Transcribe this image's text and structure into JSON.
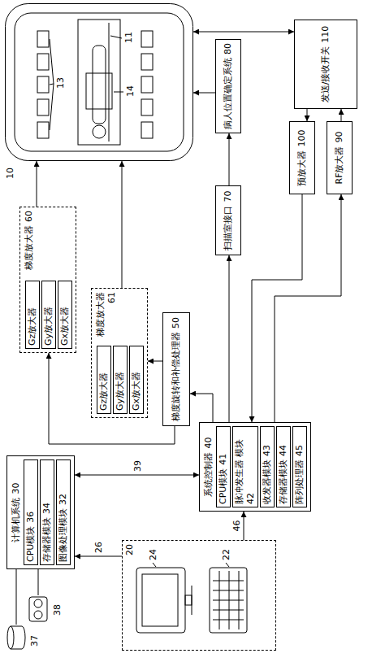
{
  "diagram": {
    "nodes": [
      {
        "text": [
          "10"
        ]
      },
      {
        "text": [
          "梯度放大器",
          "60"
        ]
      },
      {
        "text": [
          "Gz放大器"
        ],
        "in": 1
      },
      {
        "text": [
          "Gy放大器"
        ],
        "in": 1
      },
      {
        "text": [
          "Gx放大器"
        ],
        "in": 1
      },
      {
        "text": [
          "梯度放大器",
          "61"
        ]
      },
      {
        "text": [
          "Gz放大器"
        ],
        "in": 5
      },
      {
        "text": [
          "Gy放大器"
        ],
        "in": 5
      },
      {
        "text": [
          "Gx放大器"
        ],
        "in": 5
      },
      {
        "text": [
          "梯度旋转和补偿处理器",
          "50"
        ]
      },
      {
        "text": [
          "病人位置确定系统",
          "80"
        ]
      },
      {
        "text": [
          "扫描室接口",
          "70"
        ]
      },
      {
        "text": [
          "发送/接收开关",
          "110"
        ]
      },
      {
        "text": [
          "预放大器",
          "100"
        ]
      },
      {
        "text": [
          "RF放大器",
          "90"
        ]
      },
      {
        "text": [
          "系统控制器",
          "40"
        ]
      },
      {
        "text": [
          "CPU模块",
          "41"
        ],
        "in": 15
      },
      {
        "text": [
          "脉冲发生器 模块",
          "42"
        ],
        "in": 15
      },
      {
        "text": [
          "收发器模块",
          "43"
        ],
        "in": 15
      },
      {
        "text": [
          "存储器模块",
          "44"
        ],
        "in": 15
      },
      {
        "text": [
          "阵列处理器",
          "45"
        ],
        "in": 15
      },
      {
        "text": [
          "计算机系统",
          "30"
        ]
      },
      {
        "text": [
          "CPU模块",
          "36"
        ],
        "in": 21
      },
      {
        "text": [
          "存储器模块",
          "34"
        ],
        "in": 21
      },
      {
        "text": [
          "图像处理模块",
          "32"
        ],
        "in": 21
      },
      {
        "text": [
          "20"
        ]
      }
    ],
    "edges": [
      {
        "from": 1,
        "to": 0,
        "arrow": "to"
      },
      {
        "from": 5,
        "to": 0,
        "arrow": "to"
      },
      {
        "from": 9,
        "to": 1,
        "arrow": "to"
      },
      {
        "from": 9,
        "to": 5,
        "arrow": "to"
      },
      {
        "from": 15,
        "to": 9,
        "arrow": "to"
      },
      {
        "from": 15,
        "to": 11,
        "arrow": "to"
      },
      {
        "from": 11,
        "to": 10,
        "arrow": "to"
      },
      {
        "from": 10,
        "to": 0,
        "arrow": "to"
      },
      {
        "from": 12,
        "to": 0,
        "arrow": "both"
      },
      {
        "from": 13,
        "to": 15,
        "arrow": "to"
      },
      {
        "from": 15,
        "to": 14,
        "arrow": "to"
      },
      {
        "from": 14,
        "to": 12,
        "arrow": "to"
      },
      {
        "from": 12,
        "to": 13,
        "arrow": "to"
      },
      {
        "from": 21,
        "to": 15,
        "label": "39",
        "arrow": "both"
      },
      {
        "from": 25,
        "to": 21,
        "label": "26",
        "arrow": "to"
      },
      {
        "from": 25,
        "to": 15,
        "label": "46",
        "arrow": "to"
      }
    ],
    "labels": [
      "11",
      "13",
      "14",
      "22",
      "24",
      "37",
      "38"
    ]
  }
}
